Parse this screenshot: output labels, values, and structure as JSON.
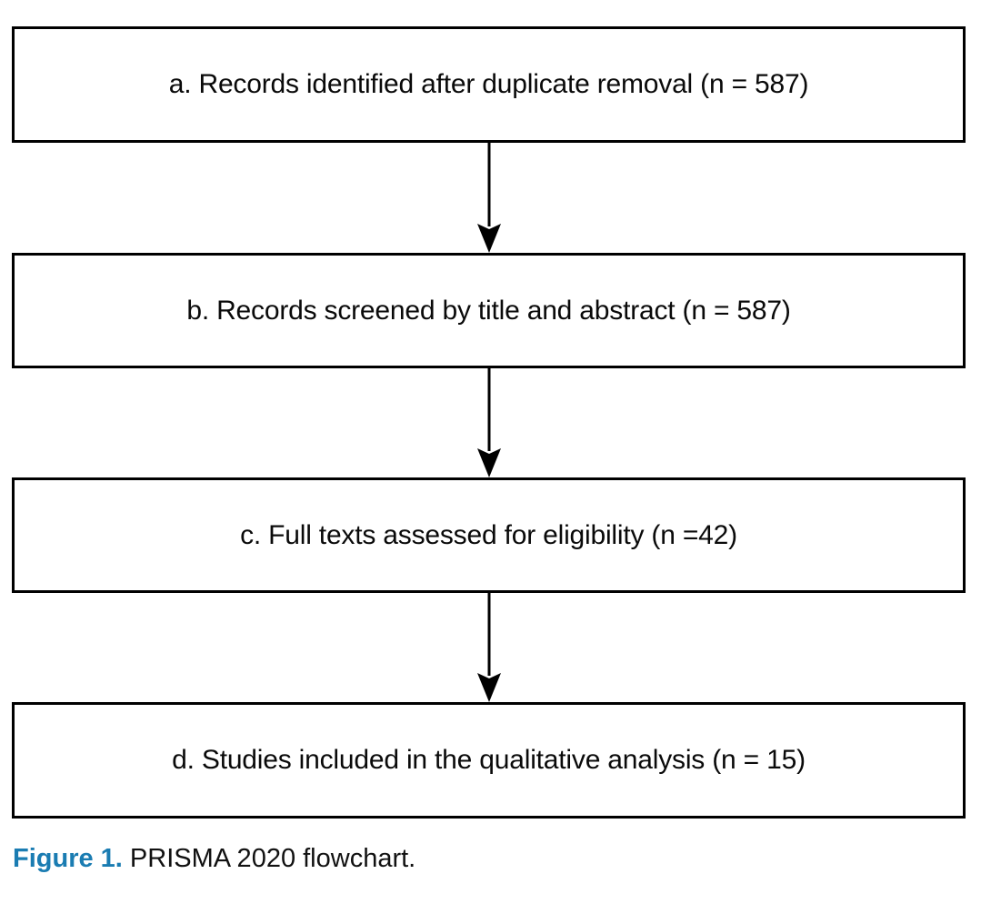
{
  "figure": {
    "caption_number": "Figure 1.",
    "caption_text": " PRISMA 2020 flowchart.",
    "accent_color": "#1a7cb2",
    "box_border_color": "#000000",
    "background_color": "#ffffff"
  },
  "chart_data": {
    "type": "diagram",
    "diagram_kind": "prisma-2020-flowchart",
    "title": "PRISMA 2020 flowchart",
    "orientation": "vertical",
    "nodes": [
      {
        "id": "a",
        "label": "a. Records identified after duplicate removal (n = 587)",
        "count": 587
      },
      {
        "id": "b",
        "label": "b. Records screened by title and abstract (n = 587)",
        "count": 587
      },
      {
        "id": "c",
        "label": "c. Full texts assessed for eligibility (n =42)",
        "count": 42
      },
      {
        "id": "d",
        "label": "d. Studies included in the qualitative analysis (n = 15)",
        "count": 15
      }
    ],
    "edges": [
      {
        "from": "a",
        "to": "b",
        "marker": "arrow-down"
      },
      {
        "from": "b",
        "to": "c",
        "marker": "arrow-down"
      },
      {
        "from": "c",
        "to": "d",
        "marker": "arrow-down"
      }
    ]
  }
}
